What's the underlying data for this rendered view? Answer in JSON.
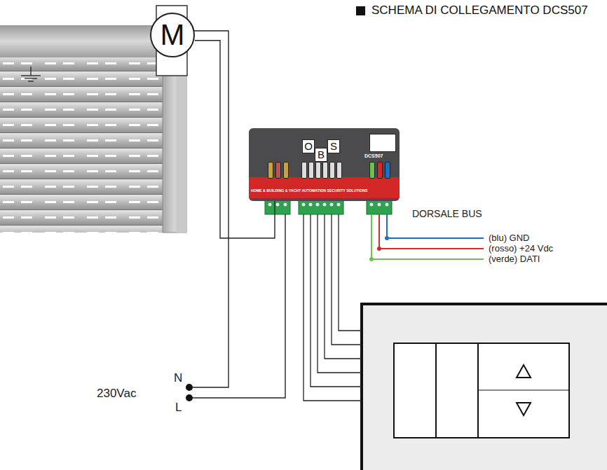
{
  "diagram": {
    "title": "SCHEMA DI COLLEGAMENTO DCS507",
    "nodes": [
      {
        "text": [
          "M"
        ]
      },
      {
        "text": [
          "O",
          "B",
          "S",
          "DCS507",
          "HOME & BUILDING & YACHT AUTOMATION SECURITY SOLUTIONS"
        ]
      }
    ],
    "edges": [
      {
        "from": 0,
        "to": 1,
        "arrow": "none"
      }
    ],
    "labels": [
      "DORSALE BUS",
      "(blu) GND",
      "(rosso) +24 Vdc",
      "(verde) DATI",
      "230Vac",
      "N",
      "L"
    ]
  }
}
